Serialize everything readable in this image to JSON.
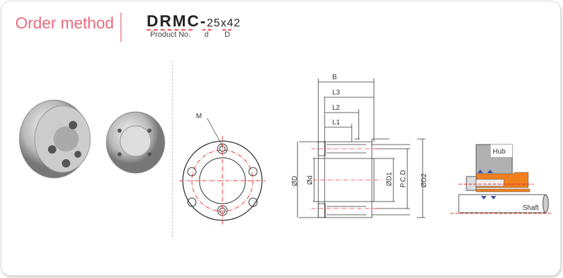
{
  "header": {
    "title": "Order method",
    "product_code": "DRMC-",
    "size": "25x42",
    "labels": {
      "product_no": "Product No.",
      "d": "d",
      "D": "D"
    }
  },
  "drawing": {
    "front_label": "M",
    "dims": [
      "B",
      "L3",
      "L2",
      "L1",
      "ØD",
      "Ød",
      "ØD1",
      "P.C.D",
      "ØD2"
    ],
    "hub": "Hub",
    "shaft": "Shaft"
  },
  "colors": {
    "accent": "#ec6a80",
    "orange": "#f07f1e",
    "arrow": "#3a4fa0"
  }
}
